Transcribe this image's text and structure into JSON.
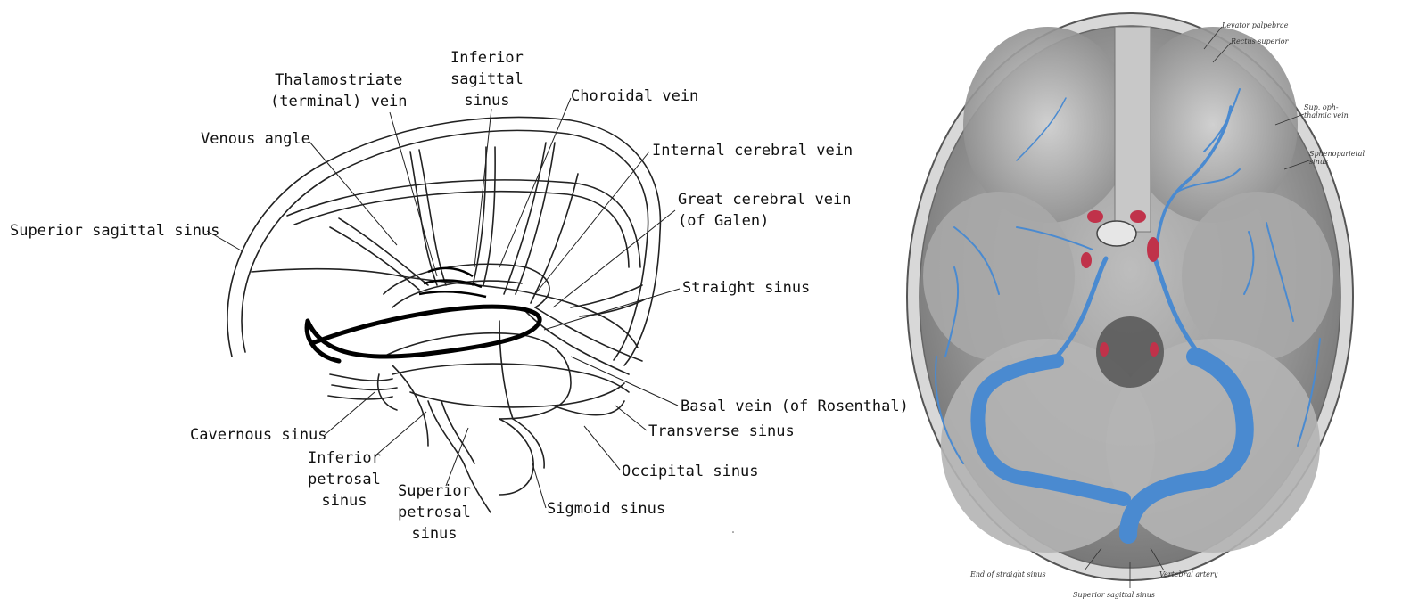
{
  "left_diagram": {
    "labels": {
      "thalamostriate": [
        "Thalamostriate",
        "(terminal) vein"
      ],
      "inferior_sagittal": [
        "Inferior",
        "sagittal",
        "sinus"
      ],
      "choroidal": "Choroidal vein",
      "venous_angle": "Venous angle",
      "internal_cerebral": "Internal cerebral vein",
      "great_cerebral": [
        "Great cerebral vein",
        "(of Galen)"
      ],
      "superior_sagittal": "Superior sagittal sinus",
      "straight_sinus": "Straight sinus",
      "basal_vein": "Basal vein (of Rosenthal)",
      "transverse_sinus": "Transverse sinus",
      "cavernous_sinus": "Cavernous sinus",
      "inferior_petrosal": [
        "Inferior",
        "petrosal",
        "sinus"
      ],
      "occipital_sinus": "Occipital sinus",
      "superior_petrosal": [
        "Superior",
        "petrosal",
        "sinus"
      ],
      "sigmoid_sinus": "Sigmoid sinus"
    }
  },
  "right_diagram": {
    "labels": {
      "levator": "Levator palpebrae",
      "rectus": "Rectus superior",
      "sup_oph": [
        "Sup. oph-",
        "thalmic vein"
      ],
      "spheno": [
        "Sphenoparietal",
        "sinus"
      ],
      "end_straight": "End of straight sinus",
      "vertebral": "Vertebral artery",
      "sup_sag": "Superior sagittal sinus"
    }
  },
  "colors": {
    "vein_blue": "#4a8ad0",
    "artery_red": "#c0324a",
    "bone_gray": "#8a8a8a",
    "line": "#222222"
  }
}
